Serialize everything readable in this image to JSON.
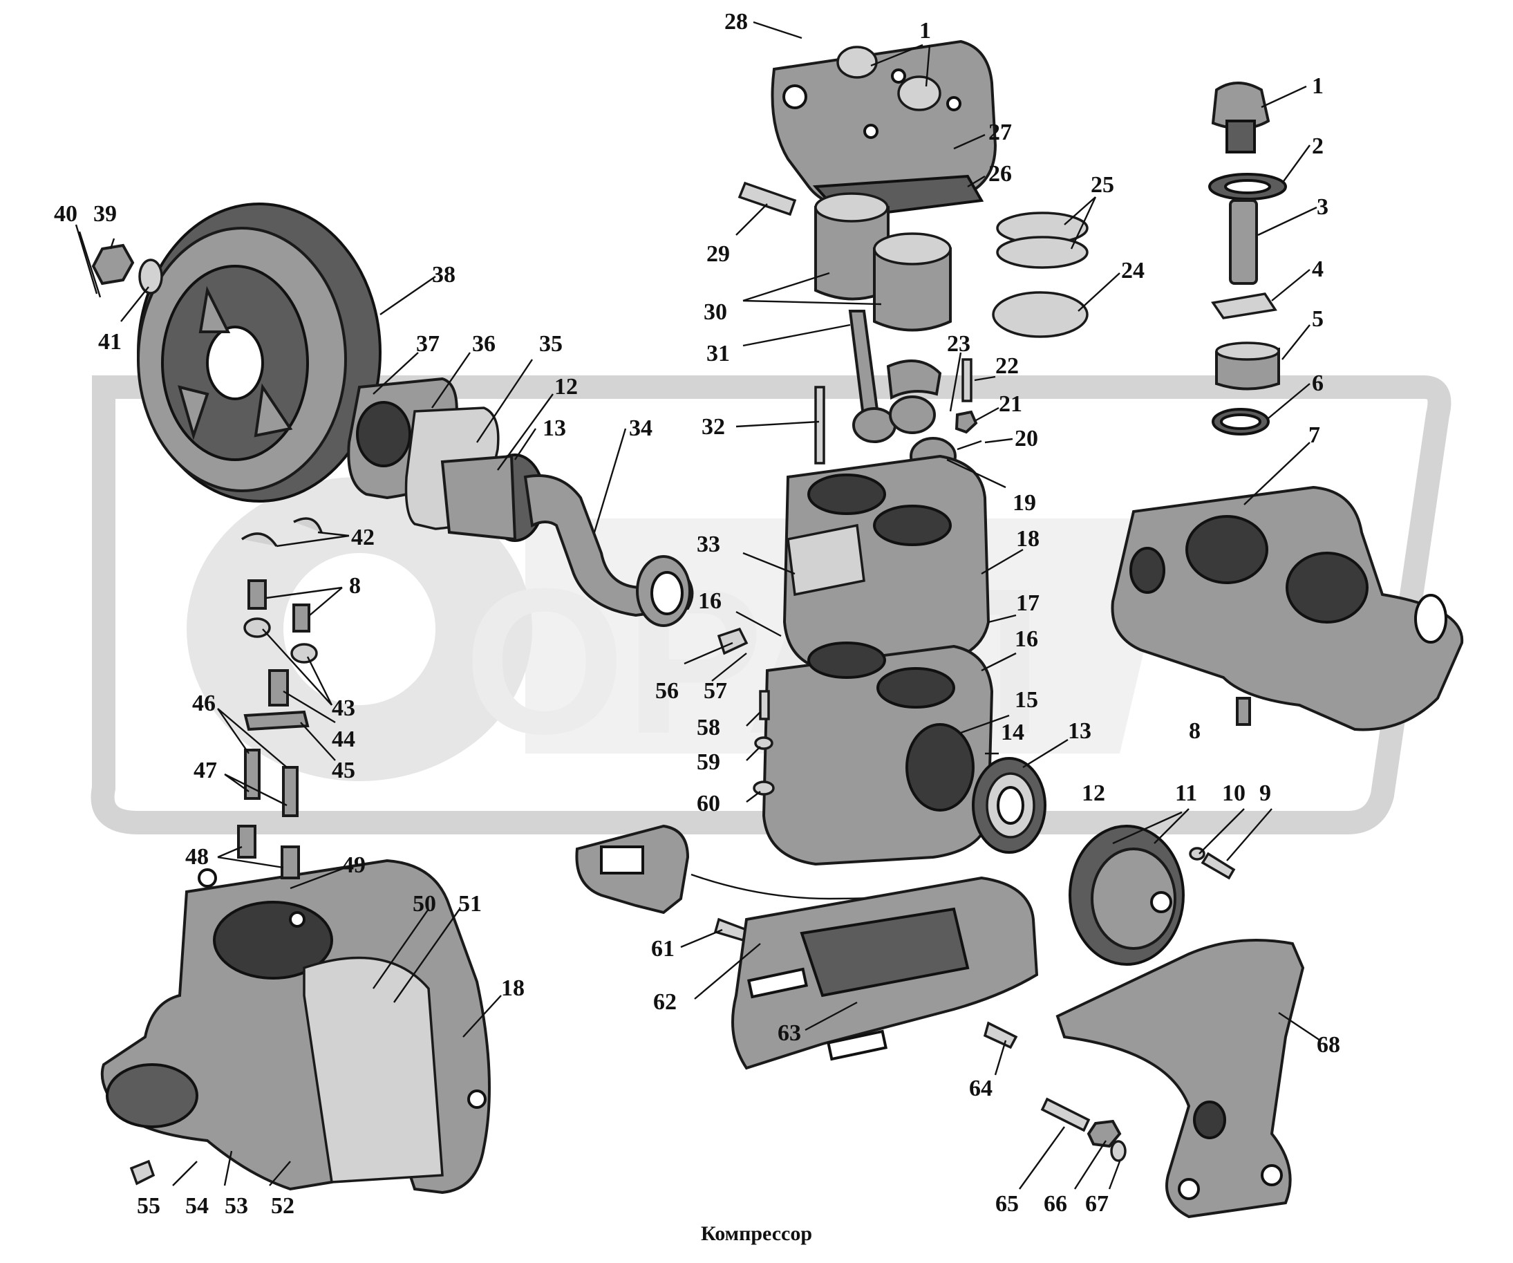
{
  "caption": "Компрессор",
  "watermark_text": "ОРАЛ",
  "callouts": [
    {
      "id": "c28",
      "text": "28"
    },
    {
      "id": "c1a",
      "text": "1"
    },
    {
      "id": "c27",
      "text": "27"
    },
    {
      "id": "c26",
      "text": "26"
    },
    {
      "id": "c29",
      "text": "29"
    },
    {
      "id": "c25",
      "text": "25"
    },
    {
      "id": "c24",
      "text": "24"
    },
    {
      "id": "c30",
      "text": "30"
    },
    {
      "id": "c31",
      "text": "31"
    },
    {
      "id": "c23",
      "text": "23"
    },
    {
      "id": "c22",
      "text": "22"
    },
    {
      "id": "c21",
      "text": "21"
    },
    {
      "id": "c20",
      "text": "20"
    },
    {
      "id": "c19",
      "text": "19"
    },
    {
      "id": "c32",
      "text": "32"
    },
    {
      "id": "c18a",
      "text": "18"
    },
    {
      "id": "c17",
      "text": "17"
    },
    {
      "id": "c16a",
      "text": "16"
    },
    {
      "id": "c16b",
      "text": "16"
    },
    {
      "id": "c15",
      "text": "15"
    },
    {
      "id": "c14",
      "text": "14"
    },
    {
      "id": "c13a",
      "text": "13"
    },
    {
      "id": "c33",
      "text": "33"
    },
    {
      "id": "c56",
      "text": "56"
    },
    {
      "id": "c57",
      "text": "57"
    },
    {
      "id": "c58",
      "text": "58"
    },
    {
      "id": "c59",
      "text": "59"
    },
    {
      "id": "c60",
      "text": "60"
    },
    {
      "id": "c40",
      "text": "40"
    },
    {
      "id": "c39",
      "text": "39"
    },
    {
      "id": "c41",
      "text": "41"
    },
    {
      "id": "c38",
      "text": "38"
    },
    {
      "id": "c37",
      "text": "37"
    },
    {
      "id": "c36",
      "text": "36"
    },
    {
      "id": "c35",
      "text": "35"
    },
    {
      "id": "c12a",
      "text": "12"
    },
    {
      "id": "c13b",
      "text": "13"
    },
    {
      "id": "c34",
      "text": "34"
    },
    {
      "id": "c42",
      "text": "42"
    },
    {
      "id": "c8a",
      "text": "8"
    },
    {
      "id": "c43",
      "text": "43"
    },
    {
      "id": "c44",
      "text": "44"
    },
    {
      "id": "c45",
      "text": "45"
    },
    {
      "id": "c46",
      "text": "46"
    },
    {
      "id": "c47",
      "text": "47"
    },
    {
      "id": "c48",
      "text": "48"
    },
    {
      "id": "c49",
      "text": "49"
    },
    {
      "id": "c50",
      "text": "50"
    },
    {
      "id": "c51",
      "text": "51"
    },
    {
      "id": "c18b",
      "text": "18"
    },
    {
      "id": "c55",
      "text": "55"
    },
    {
      "id": "c54",
      "text": "54"
    },
    {
      "id": "c53",
      "text": "53"
    },
    {
      "id": "c52",
      "text": "52"
    },
    {
      "id": "c1b",
      "text": "1"
    },
    {
      "id": "c2",
      "text": "2"
    },
    {
      "id": "c3",
      "text": "3"
    },
    {
      "id": "c4",
      "text": "4"
    },
    {
      "id": "c5",
      "text": "5"
    },
    {
      "id": "c6",
      "text": "6"
    },
    {
      "id": "c7",
      "text": "7"
    },
    {
      "id": "c8b",
      "text": "8"
    },
    {
      "id": "c12b",
      "text": "12"
    },
    {
      "id": "c11",
      "text": "11"
    },
    {
      "id": "c10",
      "text": "10"
    },
    {
      "id": "c9",
      "text": "9"
    },
    {
      "id": "c61",
      "text": "61"
    },
    {
      "id": "c62",
      "text": "62"
    },
    {
      "id": "c63",
      "text": "63"
    },
    {
      "id": "c64",
      "text": "64"
    },
    {
      "id": "c65",
      "text": "65"
    },
    {
      "id": "c66",
      "text": "66"
    },
    {
      "id": "c67",
      "text": "67"
    },
    {
      "id": "c68",
      "text": "68"
    }
  ]
}
